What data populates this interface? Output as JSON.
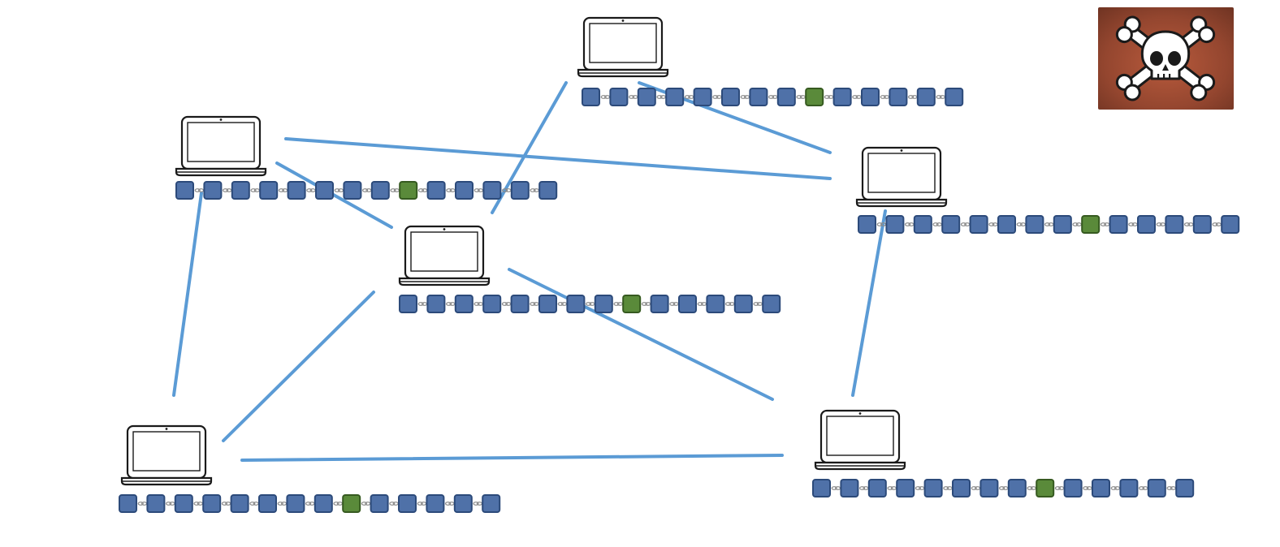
{
  "colors": {
    "background": "#ffffff",
    "link_line": "#5b9bd5",
    "block_fill": "#4f71a8",
    "block_stroke": "#2c4a7a",
    "highlight_block_fill": "#5a8a3a",
    "highlight_block_stroke": "#365a20",
    "skull_background_center": "#b5573a",
    "skull_background_edge": "#7a3a28",
    "skull_icon": "#ffffff",
    "skull_detail": "#1a1a1a"
  },
  "nodes": [
    {
      "id": "node-top-center",
      "icon": "laptop-icon",
      "blocks": 14,
      "highlighted_block": 9
    },
    {
      "id": "node-upper-left",
      "icon": "laptop-icon",
      "blocks": 14,
      "highlighted_block": 9
    },
    {
      "id": "node-upper-right",
      "icon": "laptop-icon",
      "blocks": 14,
      "highlighted_block": 9
    },
    {
      "id": "node-center",
      "icon": "laptop-icon",
      "blocks": 14,
      "highlighted_block": 9
    },
    {
      "id": "node-lower-left",
      "icon": "laptop-icon",
      "blocks": 14,
      "highlighted_block": 9
    },
    {
      "id": "node-lower-right",
      "icon": "laptop-icon",
      "blocks": 14,
      "highlighted_block": 9
    }
  ],
  "connections": [
    {
      "from": "node-top-center",
      "to": "node-upper-right"
    },
    {
      "from": "node-top-center",
      "to": "node-center"
    },
    {
      "from": "node-upper-left",
      "to": "node-upper-right"
    },
    {
      "from": "node-upper-left",
      "to": "node-center"
    },
    {
      "from": "node-upper-left",
      "to": "node-lower-left"
    },
    {
      "from": "node-center",
      "to": "node-lower-left"
    },
    {
      "from": "node-center",
      "to": "node-lower-right"
    },
    {
      "from": "node-upper-right",
      "to": "node-lower-right"
    },
    {
      "from": "node-lower-left",
      "to": "node-lower-right"
    }
  ],
  "badge": {
    "icon": "skull-crossbones-icon"
  }
}
